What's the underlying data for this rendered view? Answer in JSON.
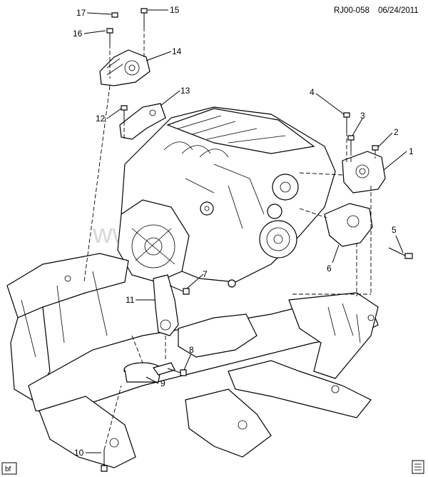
{
  "header": {
    "figure_code": "RJ00-058",
    "date": "06/24/2011"
  },
  "watermark": "www.      nsk    .ru",
  "corner_tag": "bf",
  "callouts": [
    "1",
    "2",
    "3",
    "4",
    "5",
    "6",
    "7",
    "8",
    "9",
    "10",
    "11",
    "12",
    "13",
    "14",
    "15",
    "16",
    "17"
  ]
}
